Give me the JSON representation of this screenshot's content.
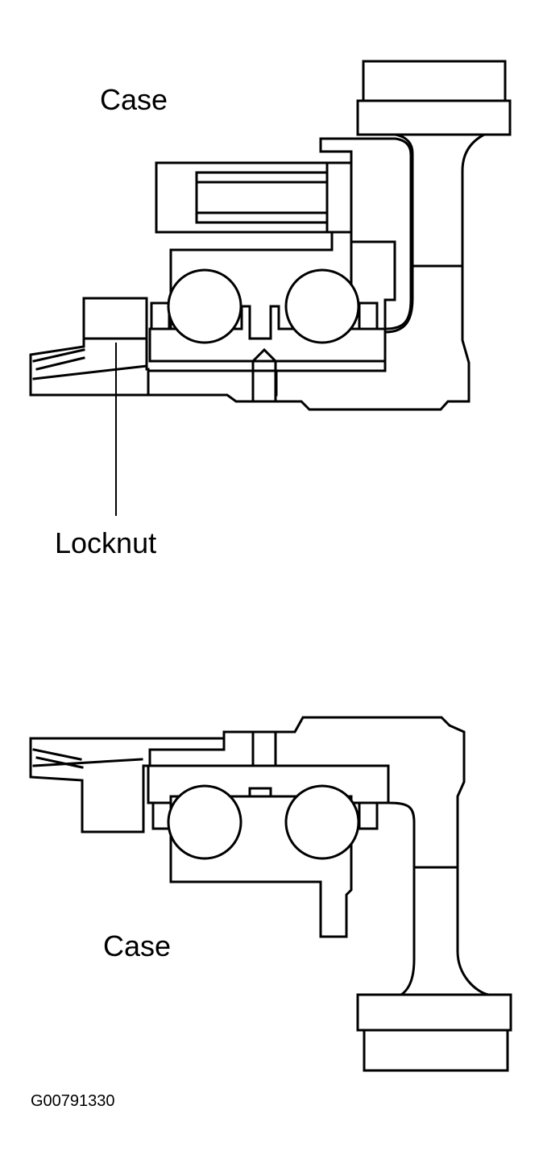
{
  "top_view": {
    "case_label": "Case",
    "locknut_label": "Locknut"
  },
  "bottom_view": {
    "case_label": "Case"
  },
  "figure_code": "G00791330"
}
